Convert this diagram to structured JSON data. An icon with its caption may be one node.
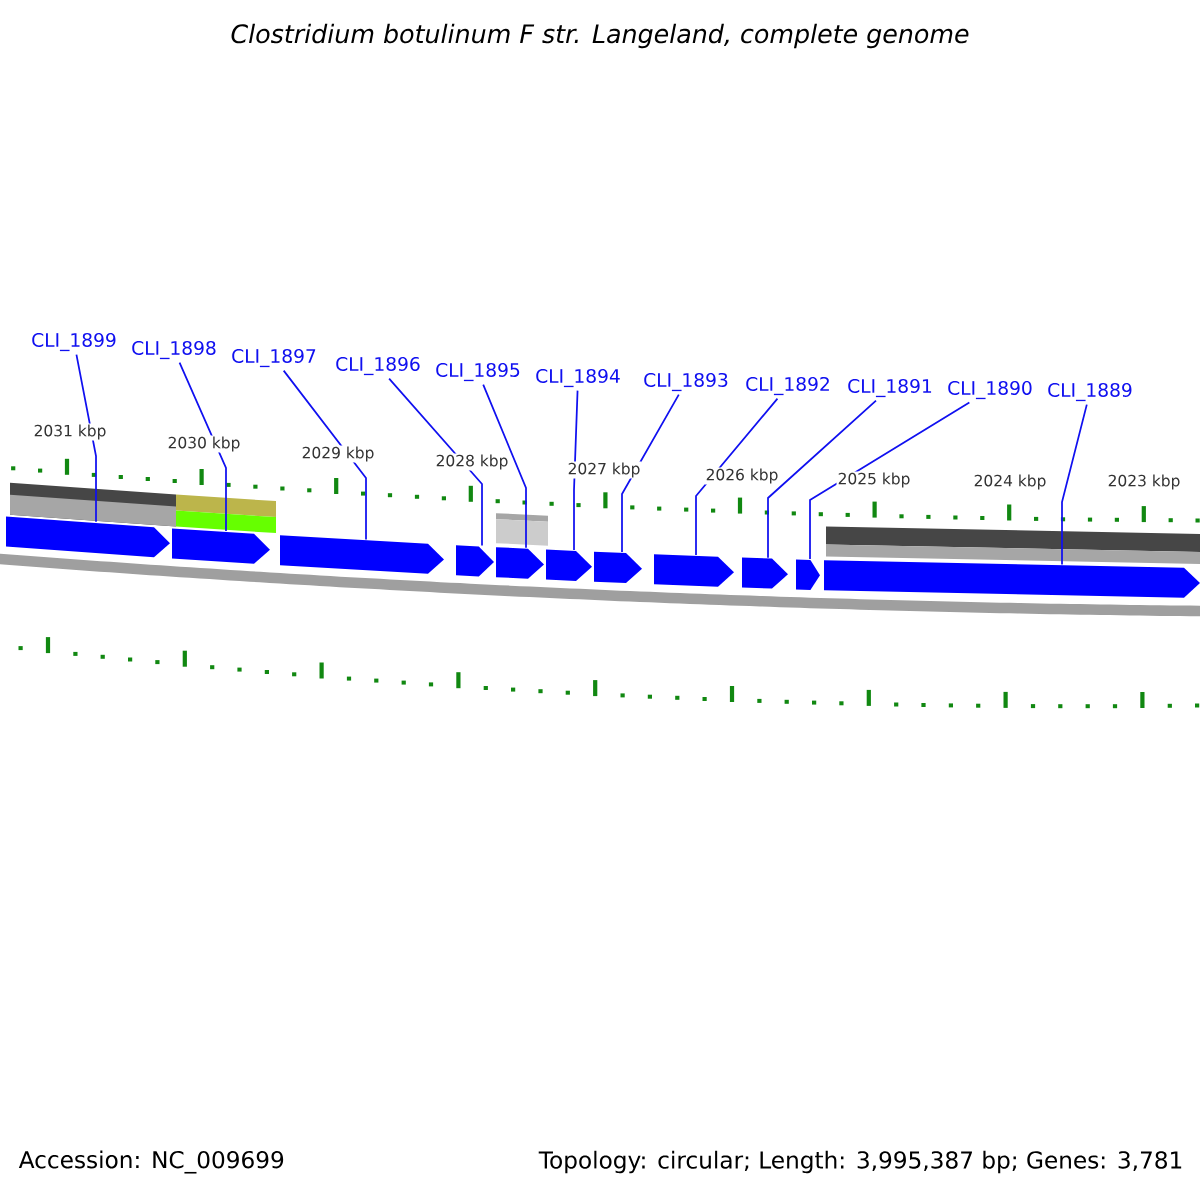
{
  "diagram": {
    "title": "Clostridium botulinum F str. Langeland, complete genome",
    "nodes": [
      {
        "text": [
          "CLI_1899"
        ]
      },
      {
        "text": [
          "CLI_1898"
        ]
      },
      {
        "text": [
          "CLI_1897"
        ]
      },
      {
        "text": [
          "CLI_1896"
        ]
      },
      {
        "text": [
          "CLI_1895"
        ]
      },
      {
        "text": [
          "CLI_1894"
        ]
      },
      {
        "text": [
          "CLI_1893"
        ]
      },
      {
        "text": [
          "CLI_1892"
        ]
      },
      {
        "text": [
          "CLI_1891"
        ]
      },
      {
        "text": [
          "CLI_1890"
        ]
      },
      {
        "text": [
          "CLI_1889"
        ]
      },
      {
        "text": [],
        "shape": "arrow"
      },
      {
        "text": [],
        "shape": "arrow"
      },
      {
        "text": [],
        "shape": "arrow"
      },
      {
        "text": [],
        "shape": "arrow"
      },
      {
        "text": [],
        "shape": "arrow"
      },
      {
        "text": [],
        "shape": "arrow"
      },
      {
        "text": [],
        "shape": "arrow"
      },
      {
        "text": [],
        "shape": "arrow"
      },
      {
        "text": [],
        "shape": "arrow"
      },
      {
        "text": [],
        "shape": "arrow"
      },
      {
        "text": [],
        "shape": "arrow"
      }
    ],
    "edges": [
      {
        "from": 0,
        "to": 11,
        "arrow": "none"
      },
      {
        "from": 1,
        "to": 12,
        "arrow": "none"
      },
      {
        "from": 2,
        "to": 13,
        "arrow": "none"
      },
      {
        "from": 3,
        "to": 14,
        "arrow": "none"
      },
      {
        "from": 4,
        "to": 15,
        "arrow": "none"
      },
      {
        "from": 5,
        "to": 16,
        "arrow": "none"
      },
      {
        "from": 6,
        "to": 17,
        "arrow": "none"
      },
      {
        "from": 7,
        "to": 18,
        "arrow": "none"
      },
      {
        "from": 8,
        "to": 19,
        "arrow": "none"
      },
      {
        "from": 9,
        "to": 20,
        "arrow": "none"
      },
      {
        "from": 10,
        "to": 21,
        "arrow": "none"
      }
    ],
    "labels": [
      "2031 kbp",
      "2030 kbp",
      "2029 kbp",
      "2028 kbp",
      "2027 kbp",
      "2026 kbp",
      "2025 kbp",
      "2024 kbp",
      "2023 kbp",
      "Accession: NC_009699",
      "Topology: circular; Length: 3,995,387 bp; Genes: 3,781"
    ]
  }
}
